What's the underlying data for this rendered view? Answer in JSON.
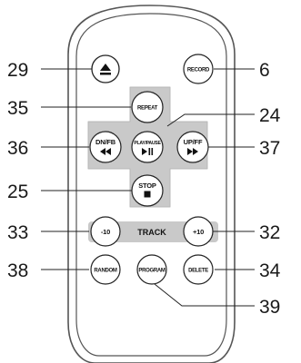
{
  "callouts": {
    "c29": "29",
    "c6": "6",
    "c35": "35",
    "c24": "24",
    "c36": "36",
    "c37": "37",
    "c25": "25",
    "c33": "33",
    "c32": "32",
    "c38": "38",
    "c34": "34",
    "c39": "39"
  },
  "buttons": {
    "record": "RECORD",
    "repeat": "REPEAT",
    "dnfb": "DN/FB",
    "playpause": "PLAY/PAUSE",
    "upff": "UP/FF",
    "stop": "STOP",
    "minus10": "-10",
    "track": "TRACK",
    "plus10": "+10",
    "random": "RANDOM",
    "program": "PROGRAM",
    "delete": "DELETE"
  },
  "icons": {
    "eject": "eject-icon",
    "rewind": "rewind-icon",
    "play_pause": "play-pause-icon",
    "fast_forward": "fast-forward-icon",
    "stop": "stop-icon"
  }
}
